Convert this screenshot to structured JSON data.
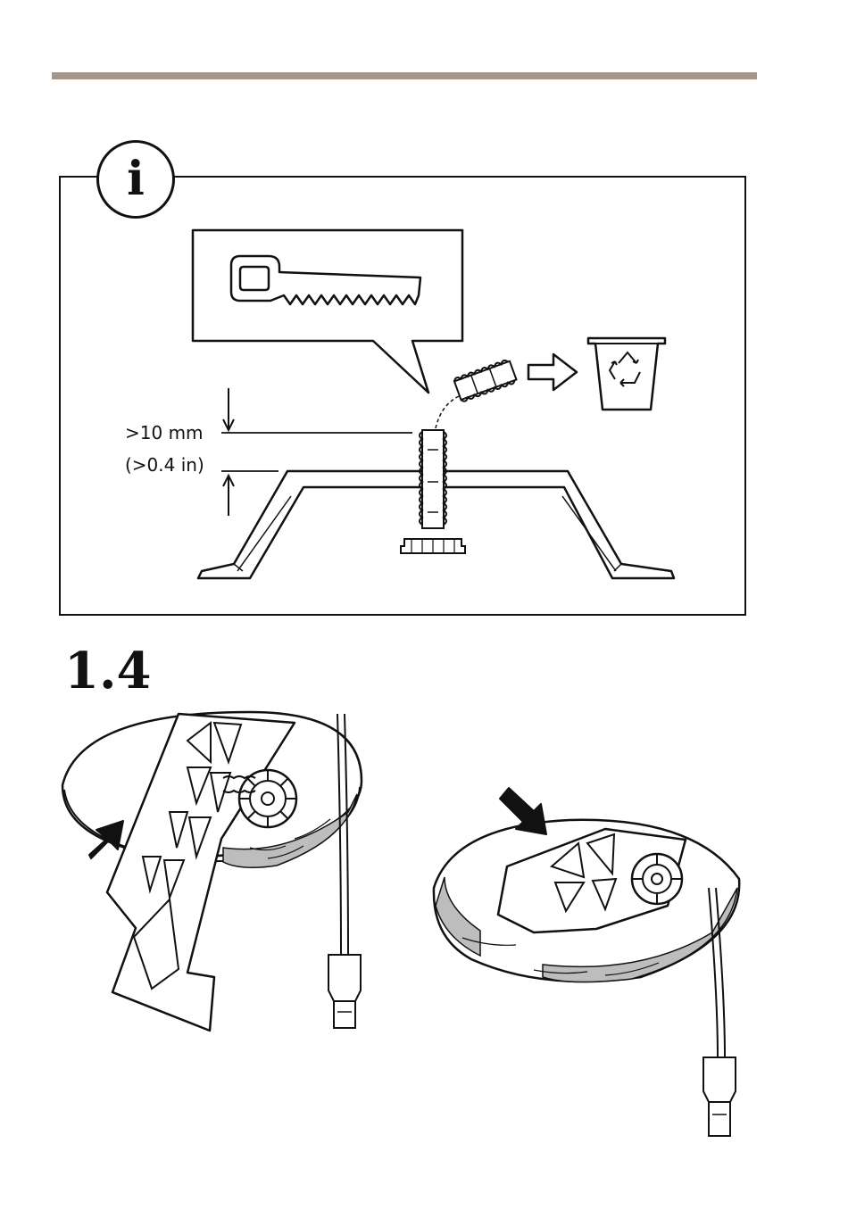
{
  "info_box": {
    "icon": "info-icon"
  },
  "dimension": {
    "metric": ">10 mm",
    "imperial": "(>0.4 in)"
  },
  "step": {
    "number": "1.4"
  },
  "colors": {
    "rule": "#a59588",
    "line": "#111111",
    "shadow": "#bdbdbd"
  }
}
